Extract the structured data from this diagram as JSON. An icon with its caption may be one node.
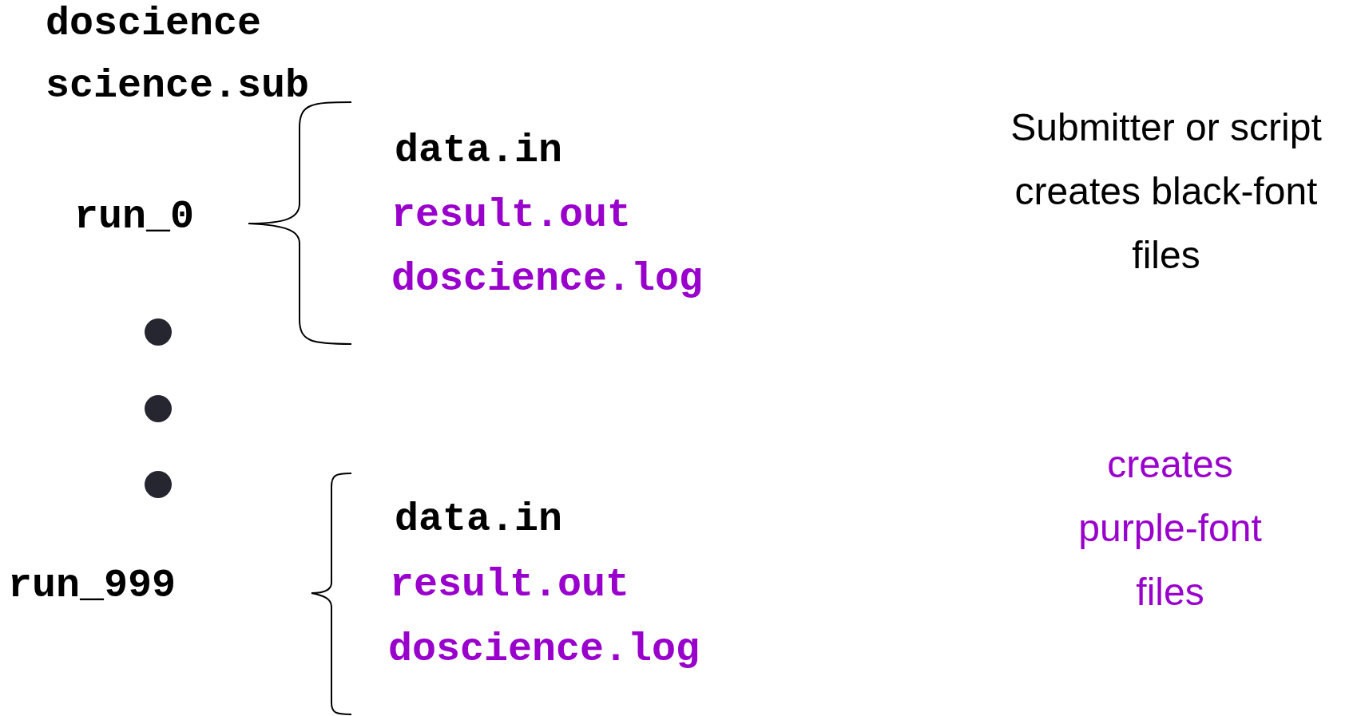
{
  "diagram": {
    "labels": [
      "doscience",
      "science.sub",
      "run_0",
      "data.in",
      "result.out",
      "doscience.log",
      "run_999",
      "data.in",
      "result.out",
      "doscience.log",
      "Submitter or script creates black-font files",
      "creates purple-font files"
    ]
  }
}
